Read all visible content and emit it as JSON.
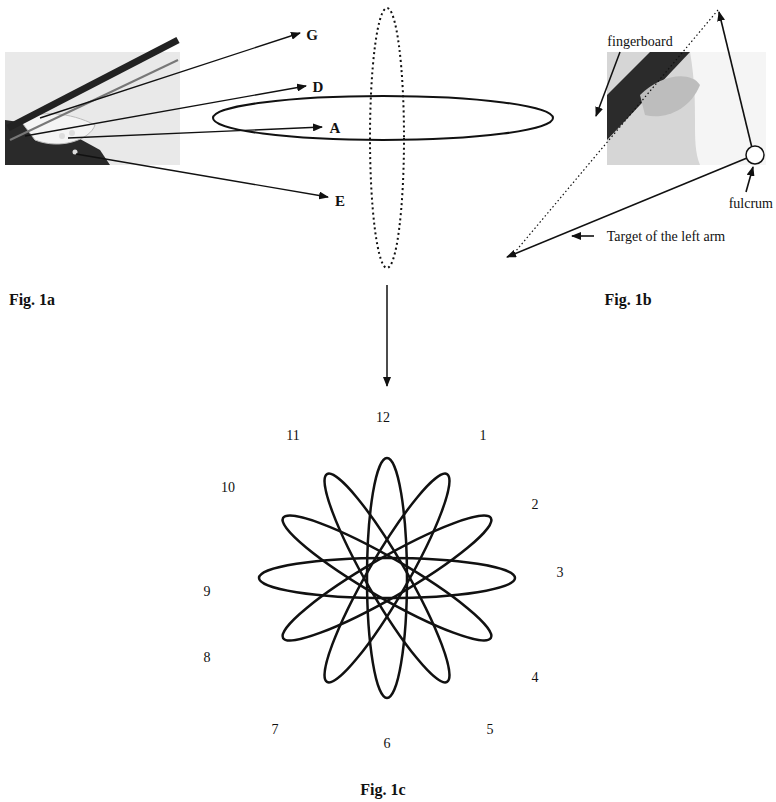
{
  "diagram": {
    "labels": [
      "G",
      "D",
      "A",
      "E",
      "Fig. 1a",
      "fingerboard",
      "fulcrum",
      "Target of the left arm",
      "Fig. 1b",
      "12",
      "1",
      "2",
      "3",
      "4",
      "5",
      "6",
      "7",
      "8",
      "9",
      "10",
      "11",
      "Fig. 1c"
    ]
  }
}
